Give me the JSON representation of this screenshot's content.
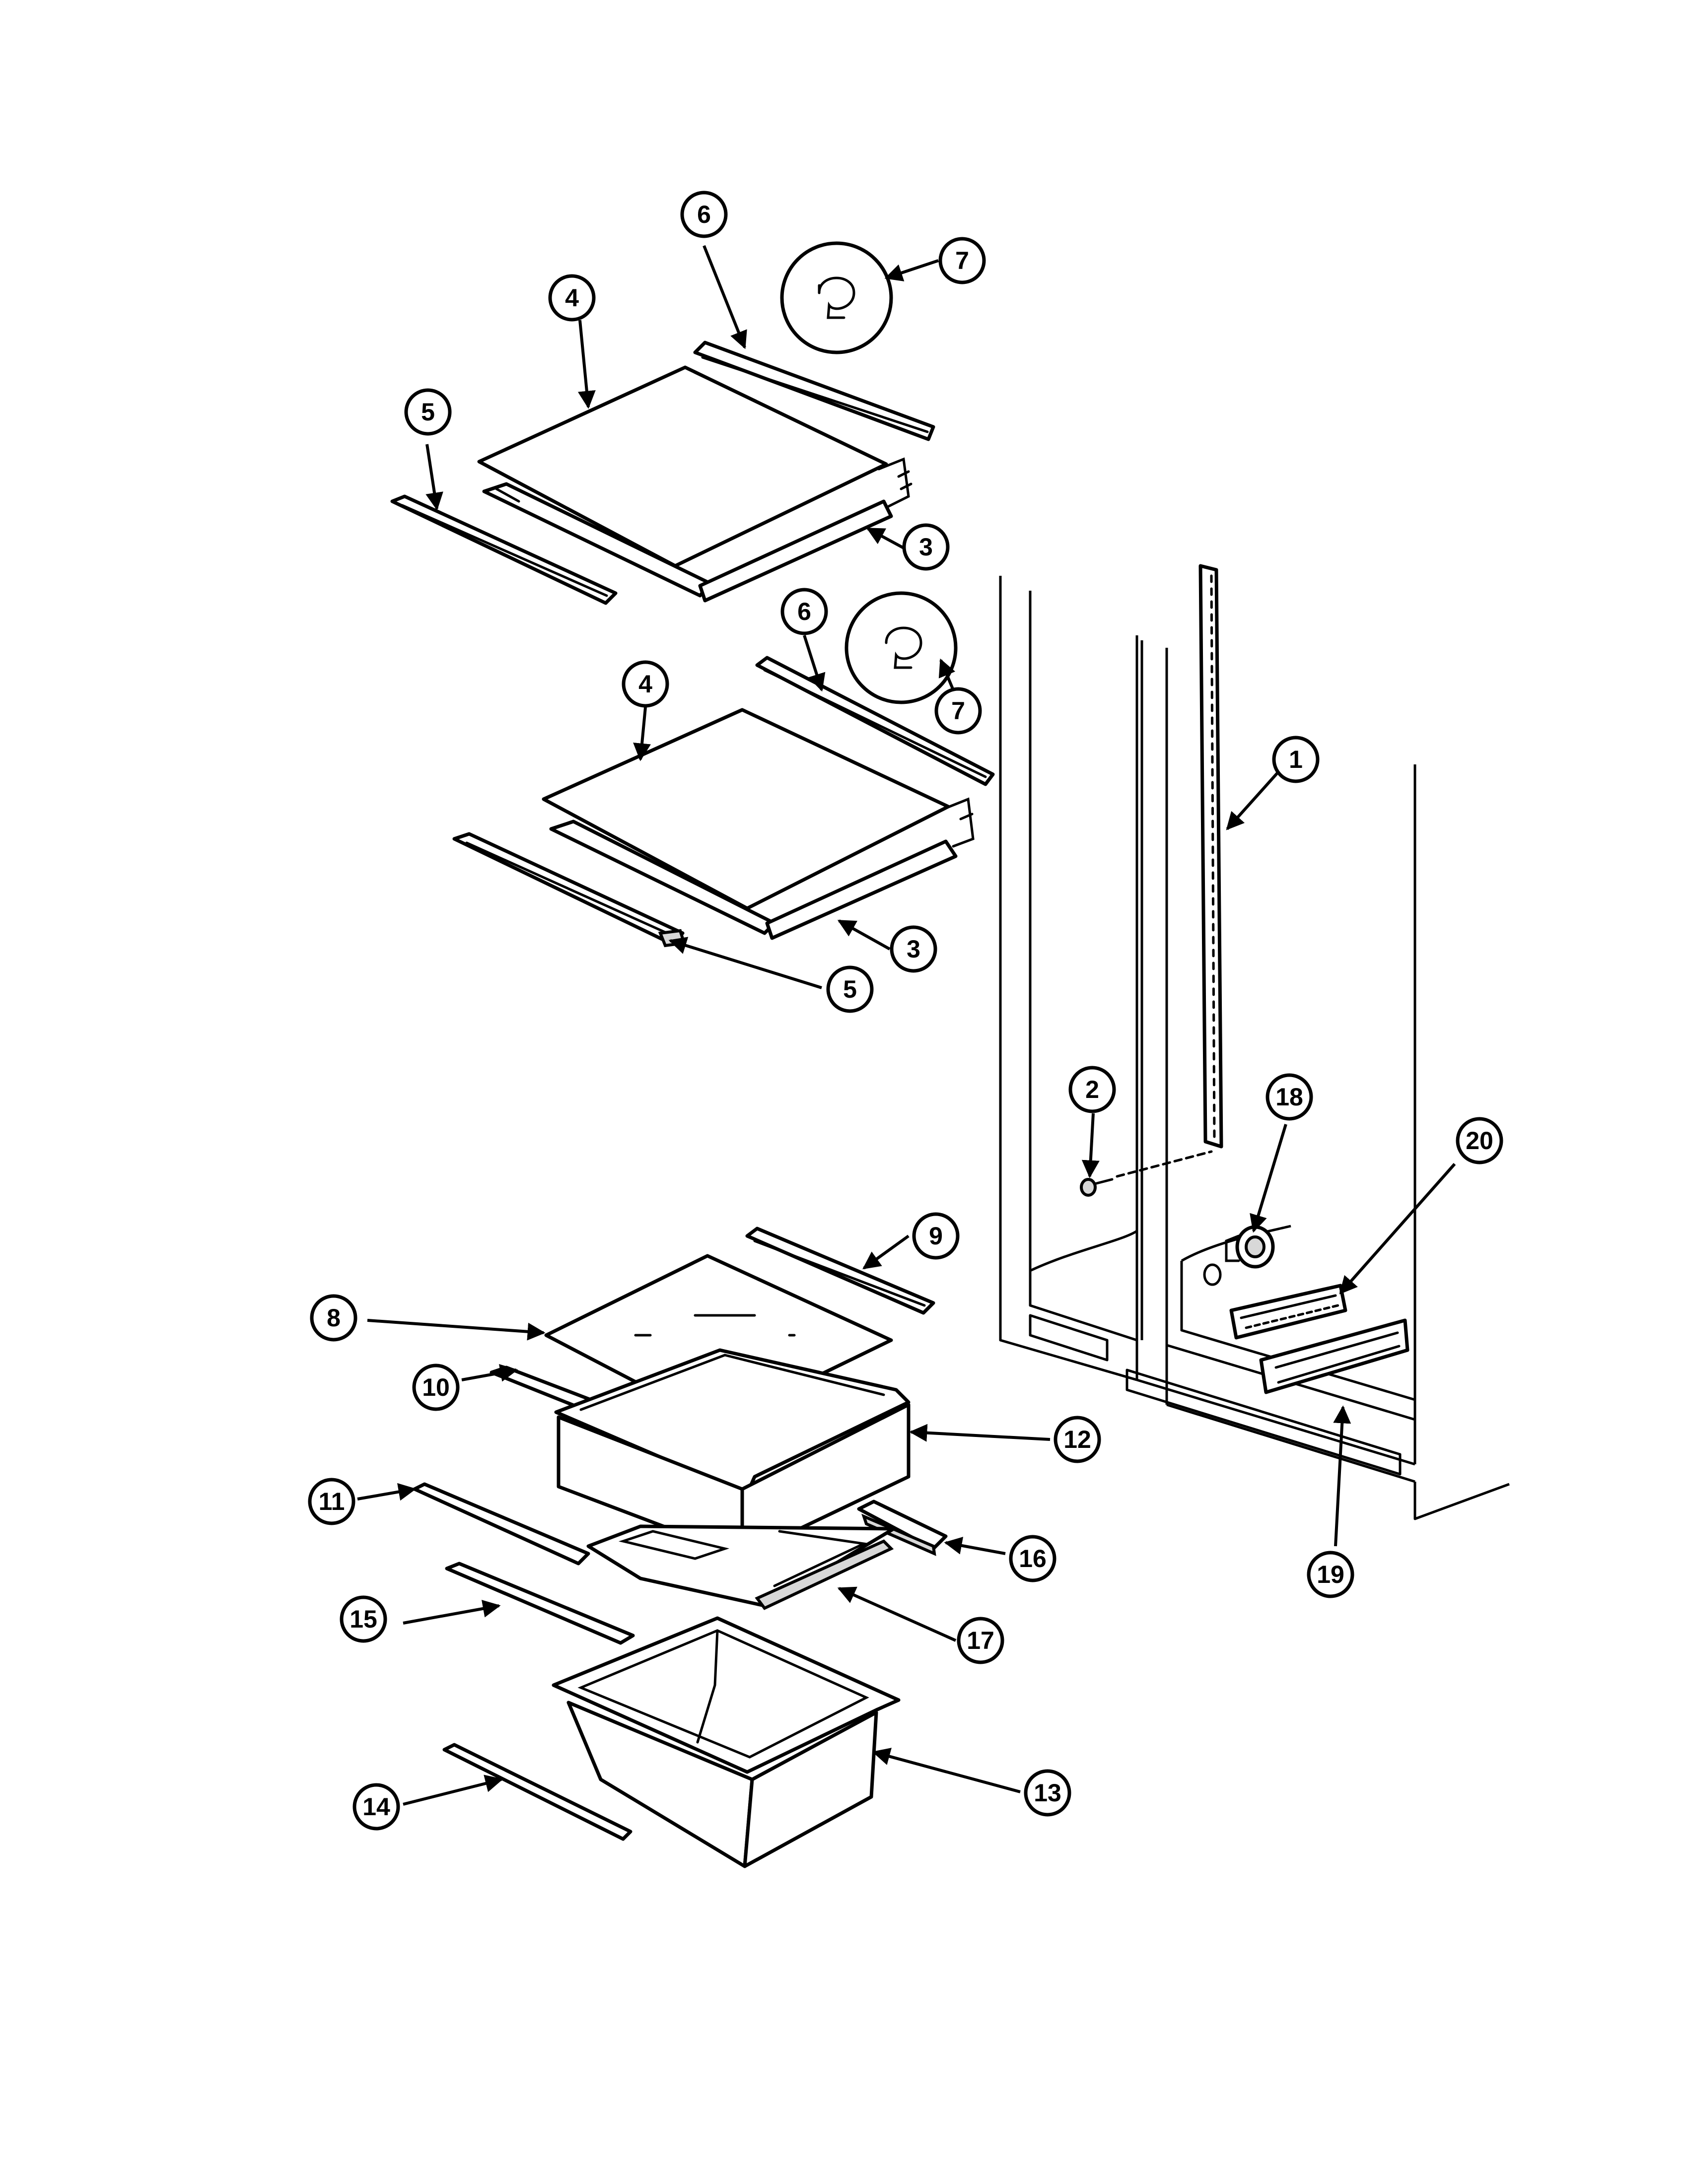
{
  "callouts": [
    {
      "label": "1"
    },
    {
      "label": "2"
    },
    {
      "label": "3"
    },
    {
      "label": "3"
    },
    {
      "label": "4"
    },
    {
      "label": "4"
    },
    {
      "label": "5"
    },
    {
      "label": "5"
    },
    {
      "label": "6"
    },
    {
      "label": "6"
    },
    {
      "label": "7"
    },
    {
      "label": "7"
    },
    {
      "label": "8"
    },
    {
      "label": "9"
    },
    {
      "label": "10"
    },
    {
      "label": "11"
    },
    {
      "label": "12"
    },
    {
      "label": "13"
    },
    {
      "label": "14"
    },
    {
      "label": "15"
    },
    {
      "label": "16"
    },
    {
      "label": "17"
    },
    {
      "label": "18"
    },
    {
      "label": "19"
    },
    {
      "label": "20"
    }
  ],
  "colors": {
    "line": "#000000",
    "background": "#ffffff"
  }
}
